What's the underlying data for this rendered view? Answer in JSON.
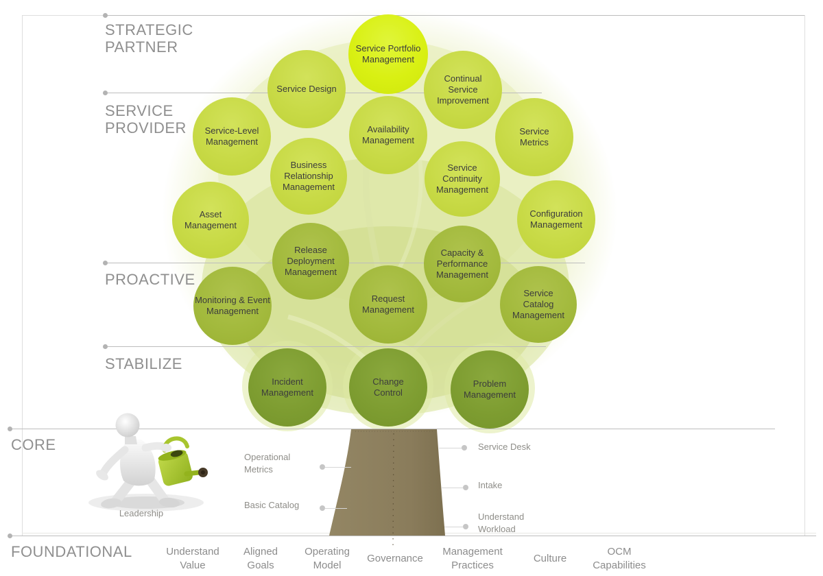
{
  "levels": [
    {
      "id": "strategic-partner",
      "label": "STRATEGIC PARTNER"
    },
    {
      "id": "service-provider",
      "label": "SERVICE PROVIDER"
    },
    {
      "id": "proactive",
      "label": "PROACTIVE"
    },
    {
      "id": "stabilize",
      "label": "STABILIZE"
    },
    {
      "id": "core",
      "label": "CORE"
    },
    {
      "id": "foundational",
      "label": "FOUNDATIONAL"
    }
  ],
  "tree": {
    "circles": [
      {
        "label": "Service Portfolio Management",
        "tier": "bright"
      },
      {
        "label": "Service Design",
        "tier": "light"
      },
      {
        "label": "Continual Service Improvement",
        "tier": "light"
      },
      {
        "label": "Service-Level Management",
        "tier": "light"
      },
      {
        "label": "Availability Management",
        "tier": "light"
      },
      {
        "label": "Service Metrics",
        "tier": "light"
      },
      {
        "label": "Business Relationship Management",
        "tier": "light"
      },
      {
        "label": "Service Continuity Management",
        "tier": "light"
      },
      {
        "label": "Asset Management",
        "tier": "light"
      },
      {
        "label": "Configuration Management",
        "tier": "light"
      },
      {
        "label": "Release Deployment Management",
        "tier": "mid"
      },
      {
        "label": "Capacity & Performance Management",
        "tier": "mid"
      },
      {
        "label": "Monitoring & Event Management",
        "tier": "mid"
      },
      {
        "label": "Request Management",
        "tier": "mid"
      },
      {
        "label": "Service Catalog Management",
        "tier": "mid"
      },
      {
        "label": "Incident Management",
        "tier": "dark"
      },
      {
        "label": "Change Control",
        "tier": "dark"
      },
      {
        "label": "Problem Management",
        "tier": "dark"
      }
    ],
    "trunk_labels_left": [
      {
        "label": "Operational Metrics"
      },
      {
        "label": "Basic Catalog"
      }
    ],
    "trunk_labels_right": [
      {
        "label": "Service Desk"
      },
      {
        "label": "Intake"
      },
      {
        "label": "Understand Workload"
      }
    ],
    "leadership_label": "Leadership"
  },
  "foundation_items": [
    "Understand Value",
    "Aligned Goals",
    "Operating Model",
    "Governance",
    "Management Practices",
    "Culture",
    "OCM Capabilities"
  ],
  "colors": {
    "leaf_bright": "#d9f013",
    "leaf_light": "#c8da46",
    "leaf_mid": "#a3ba3d",
    "leaf_dark": "#7e9d31",
    "canopy": "#eff3d1",
    "trunk": "#8a7c5b",
    "line_gray": "#bcbcbc",
    "label_gray": "#8f8f8f",
    "watering_can": "#a0c028"
  }
}
